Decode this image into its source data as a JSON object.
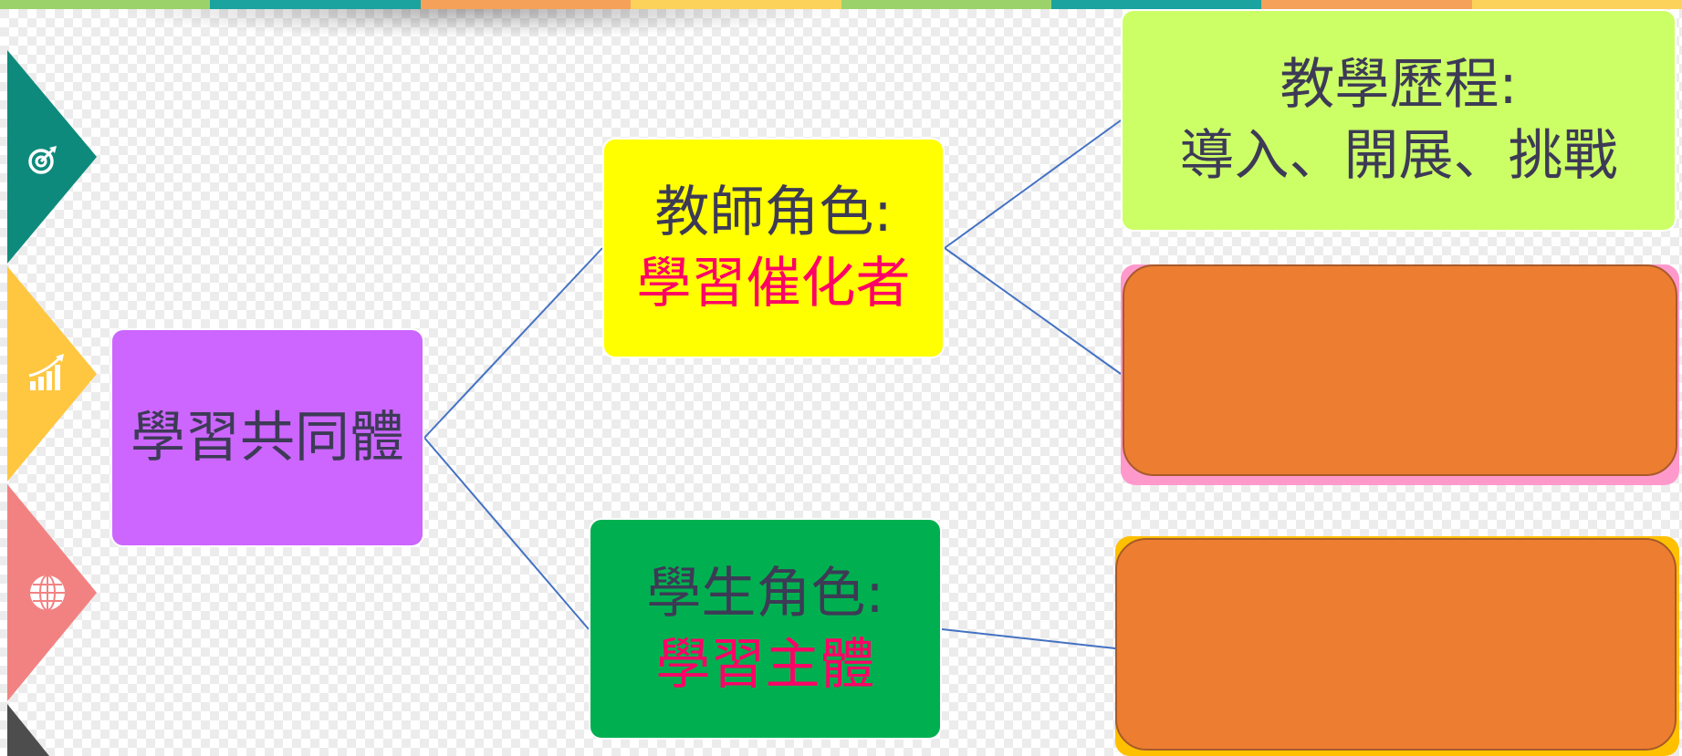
{
  "diagram": {
    "root": {
      "label": "學習共同體",
      "fill": "#cc66ff"
    },
    "teacher": {
      "title": "教師角色:",
      "role": "學習催化者",
      "fill": "#ffff00",
      "role_color": "#ff0066"
    },
    "student": {
      "title": "學生角色:",
      "role": "學習主體",
      "fill": "#00b050",
      "role_color": "#ff0066"
    },
    "process": {
      "title": "教學歷程:",
      "stages": "導入、開展、挑戰",
      "fill": "#ccff66"
    },
    "blank_box_1": {
      "fill": "#ed7d31",
      "backdrop": "#ff99cc"
    },
    "blank_box_2": {
      "fill": "#ed7d31",
      "backdrop": "#ffc000"
    },
    "connector_color": "#4472c4"
  },
  "side_icons": [
    {
      "icon": "target-icon",
      "color": "#0e8a7c"
    },
    {
      "icon": "growth-chart-icon",
      "color": "#ffc640"
    },
    {
      "icon": "globe-icon",
      "color": "#f28282"
    },
    {
      "icon": "slide-tab-icon",
      "color": "#4d4d4d"
    }
  ],
  "top_bar_colors": [
    "#9bd36a",
    "#1ba3a0",
    "#f5a15a",
    "#fdd25a",
    "#9bd36a",
    "#1ba3a0",
    "#f5a15a",
    "#fdd25a"
  ]
}
